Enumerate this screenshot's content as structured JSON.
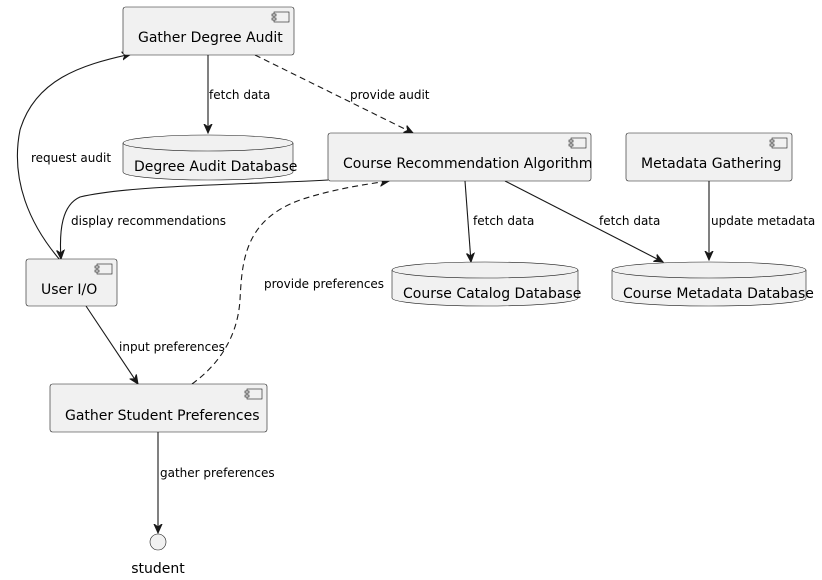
{
  "components": {
    "gather_degree_audit": "Gather Degree Audit",
    "course_recommendation_algorithm": "Course Recommendation Algorithm",
    "metadata_gathering": "Metadata Gathering",
    "user_io": "User I/O",
    "gather_student_preferences": "Gather Student Preferences"
  },
  "databases": {
    "degree_audit_db": "Degree Audit Database",
    "course_catalog_db": "Course Catalog Database",
    "course_metadata_db": "Course Metadata Database"
  },
  "interface": {
    "student": "student"
  },
  "edges": {
    "audit_fetch_data": "fetch data",
    "provide_audit": "provide audit",
    "request_audit": "request audit",
    "display_recommendations": "display recommendations",
    "algo_fetch_catalog": "fetch data",
    "algo_fetch_metadata": "fetch data",
    "update_metadata": "update metadata",
    "provide_preferences": "provide preferences",
    "input_preferences": "input preferences",
    "gather_preferences": "gather preferences"
  },
  "colors": {
    "fill": "#f1f1f1",
    "stroke": "#181818"
  }
}
